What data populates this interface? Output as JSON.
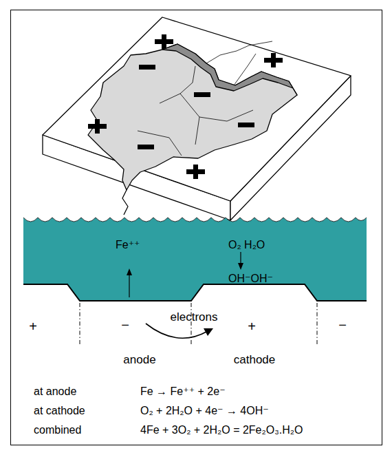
{
  "diagram": {
    "labels": [
      "Fe⁺⁺",
      "O₂ H₂O",
      "OH⁻OH⁻",
      "electrons",
      "+",
      "−",
      "+",
      "−",
      "anode",
      "cathode",
      "at anode",
      "Fe → Fe⁺⁺ + 2e⁻",
      "at cathode",
      "O₂ + 2H₂O + 4e⁻ → 4OH⁻",
      "combined",
      "4Fe + 3O₂ + 2H₂O = 2Fe₂O₃.H₂O"
    ]
  }
}
